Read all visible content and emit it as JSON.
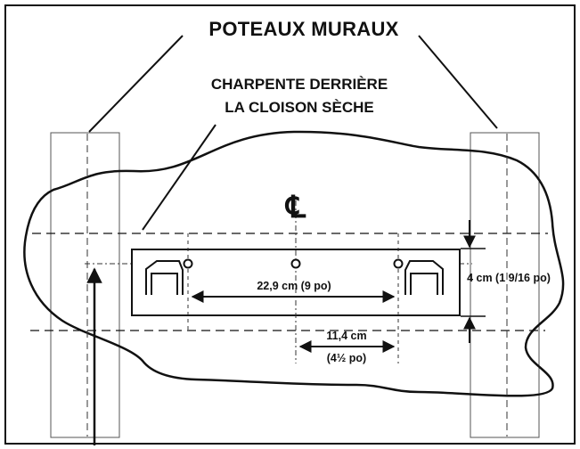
{
  "labels": {
    "title": "POTEAUX MURAUX",
    "framing_line1": "CHARPENTE DERRIÈRE",
    "framing_line2": "LA CLOISON SÈCHE",
    "centerline_symbol": "℄",
    "dim_width": "22,9 cm (9 po)",
    "dim_height": "4 cm (1 9/16 po)",
    "dim_half_line1": "11,4 cm",
    "dim_half_line2": "(4½ po)"
  },
  "colors": {
    "ink": "#111111",
    "background": "#ffffff"
  }
}
